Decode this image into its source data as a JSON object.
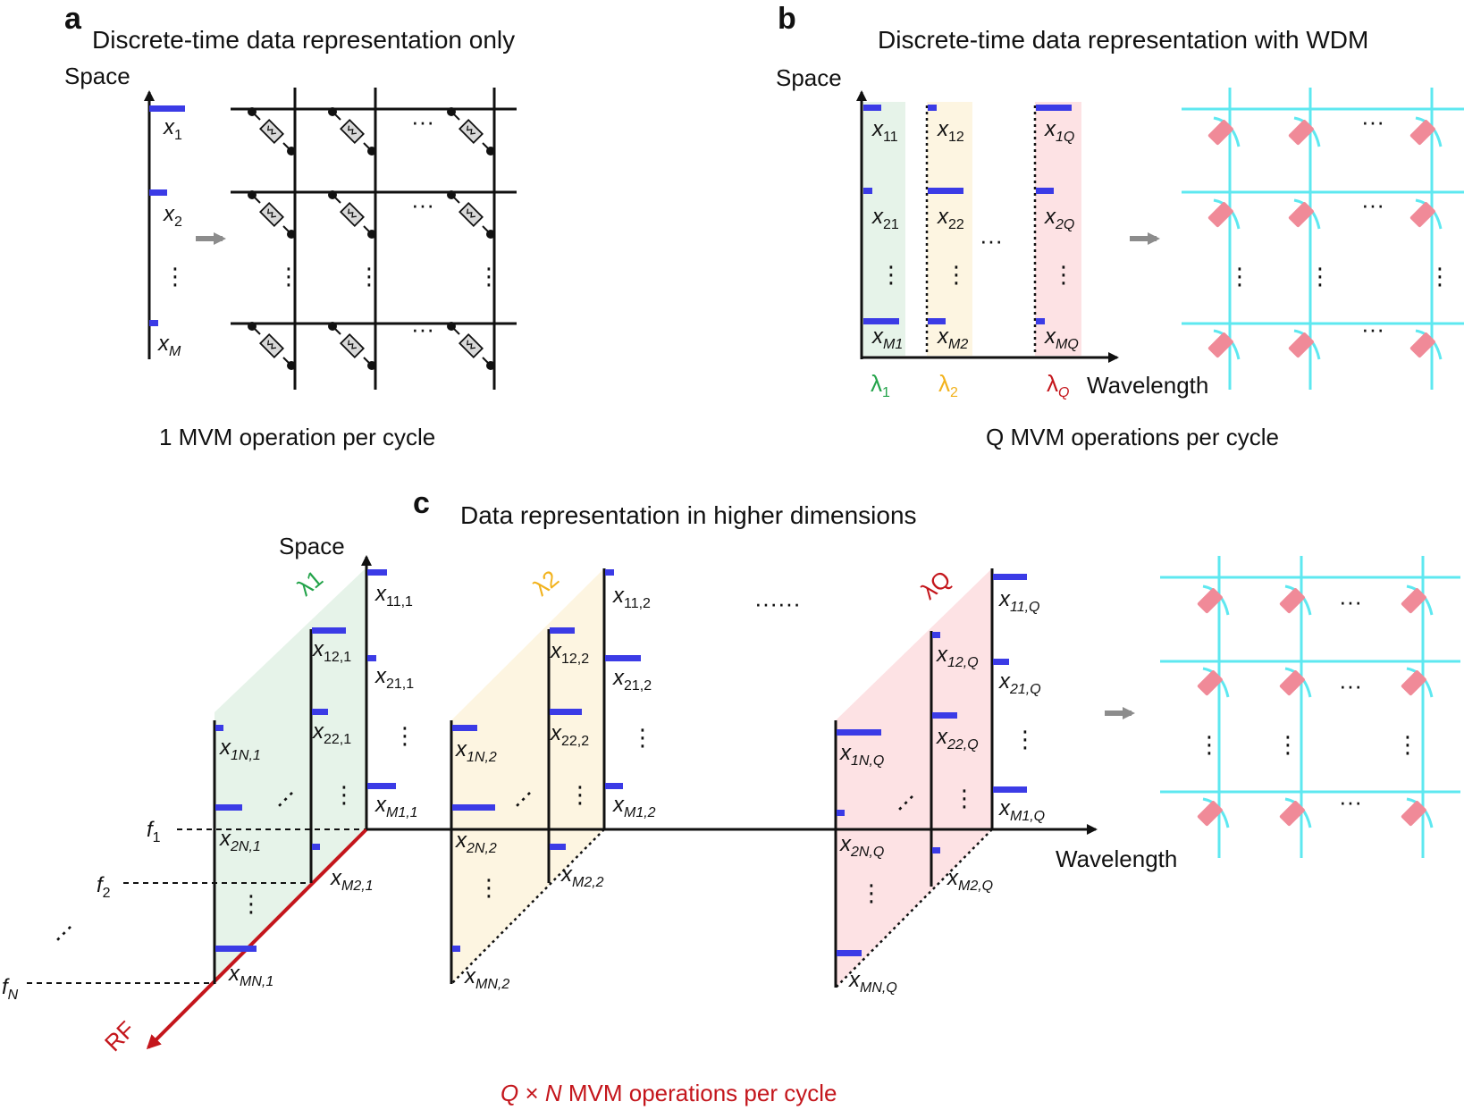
{
  "colors": {
    "bar": "#3b3be6",
    "green_fill": "#e6f3e9",
    "yellow_fill": "#fdf5e1",
    "red_fill": "#fde2e4",
    "green": "#23a34a",
    "yellow": "#f2b21c",
    "red": "#c4161c",
    "cyan": "#5ee8f0",
    "pink": "#f08a98",
    "arrow_gray": "#8c8c8c"
  },
  "panel_a": {
    "letter": "a",
    "title": "Discrete-time data representation only",
    "axis_label": "Space",
    "vars": [
      "x",
      "x",
      "x"
    ],
    "subs": [
      "1",
      "2",
      "M"
    ],
    "dots": "⋮",
    "hdots": "···",
    "caption": "1 MVM operation per cycle"
  },
  "panel_b": {
    "letter": "b",
    "title": "Discrete-time data representation with WDM",
    "axis_label": "Space",
    "x_axis_label": "Wavelength",
    "var": "x",
    "subs": [
      "11",
      "21",
      "M1",
      "12",
      "22",
      "M2",
      "1Q",
      "2Q",
      "MQ"
    ],
    "lambda": "λ",
    "lambda_subs": [
      "1",
      "2",
      "Q"
    ],
    "hdots": "···",
    "caption": "Q MVM operations per cycle"
  },
  "panel_c": {
    "letter": "c",
    "title": "Data representation in higher dimensions",
    "axis_label": "Space",
    "x_axis_label": "Wavelength",
    "rf_label": "RF",
    "var": "x",
    "f": "f",
    "f_subs": [
      "1",
      "2",
      "N"
    ],
    "lambda_labels": [
      "λ1",
      "λ2",
      "λQ"
    ],
    "subs_1": [
      "11,1",
      "21,1",
      "M1,1",
      "12,1",
      "22,1",
      "M2,1",
      "1N,1",
      "2N,1",
      "MN,1"
    ],
    "subs_2": [
      "11,2",
      "21,2",
      "M1,2",
      "12,2",
      "22,2",
      "M2,2",
      "1N,2",
      "2N,2",
      "MN,2"
    ],
    "subs_Q": [
      "11,Q",
      "21,Q",
      "M1,Q",
      "12,Q",
      "22,Q",
      "M2,Q",
      "1N,Q",
      "2N,Q",
      "MN,Q"
    ],
    "between_dots": "······",
    "caption_q": "Q",
    "caption_times": " × ",
    "caption_n": "N",
    "caption_rest": " MVM operations per cycle"
  }
}
